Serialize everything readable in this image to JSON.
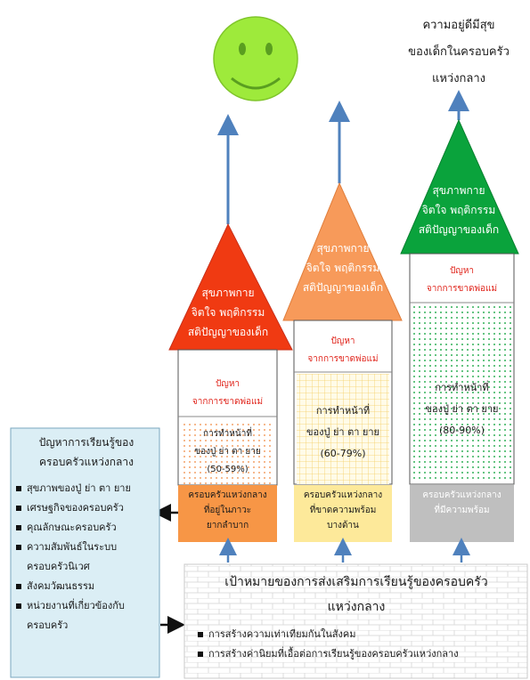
{
  "outcome": {
    "line1": "ความอยู่ดีมีสุข",
    "line2": "ของเด็กในครอบครัว",
    "line3": "แหว่งกลาง"
  },
  "houses": [
    {
      "roof": [
        "สุขภาพกาย",
        "จิตใจ พฤติกรรม",
        "สติปัญญาของเด็ก"
      ],
      "problem": [
        "ปัญหา",
        "จากการขาดพ่อแม่"
      ],
      "grand": [
        "การทำหน้าที่",
        "ของปู่ ย่า ตา ยาย",
        "(50-59%)"
      ],
      "base": [
        "ครอบครัวแหว่งกลาง",
        "ที่อยู่ในภาวะ",
        "ยากลำบาก"
      ],
      "roof_color": "#f03a12",
      "base_color": "#f79646"
    },
    {
      "roof": [
        "สุขภาพกาย",
        "จิตใจ พฤติกรรม",
        "สติปัญญาของเด็ก"
      ],
      "problem": [
        "ปัญหา",
        "จากการขาดพ่อแม่"
      ],
      "grand": [
        "การทำหน้าที่",
        "ของปู่ ย่า ตา ยาย",
        "(60-79%)"
      ],
      "base": [
        "ครอบครัวแหว่งกลาง",
        "ที่ขาดความพร้อม",
        "บางด้าน"
      ],
      "roof_color": "#f79a5a",
      "base_color": "#fde99a"
    },
    {
      "roof": [
        "สุขภาพกาย",
        "จิตใจ พฤติกรรม",
        "สติปัญญาของเด็ก"
      ],
      "problem": [
        "ปัญหา",
        "จากการขาดพ่อแม่"
      ],
      "grand": [
        "การทำหน้าที่",
        "ของปู่ ย่า ตา ยาย",
        "(80-90%)"
      ],
      "base": [
        "ครอบครัวแหว่งกลาง",
        "ที่มีความพร้อม"
      ],
      "roof_color": "#0aa33c",
      "base_color": "#bfbfbf"
    }
  ],
  "left_panel": {
    "title1": "ปัญหาการเรียนรู้ของ",
    "title2": "ครอบครัวแหว่งกลาง",
    "items": [
      "สุขภาพของปู่ ย่า ตา ยาย",
      "เศรษฐกิจของครอบครัว",
      "คุณลักษณะครอบครัว",
      "ความสัมพันธ์ในระบบ",
      "ครอบครัวนิเวศ",
      "สังคมวัฒนธรรม",
      "หน่วยงานที่เกี่ยวข้องกับ",
      "ครอบครัว"
    ],
    "bulleted": [
      true,
      true,
      true,
      true,
      false,
      true,
      true,
      false
    ]
  },
  "goal_panel": {
    "title1": "เป้าหมายของการส่งเสริมการเรียนรู้ของครอบครัว",
    "title2": "แหว่งกลาง",
    "items": [
      "การสร้างความเท่าเทียมกันในสังคม",
      "การสร้างค่านิยมที่เอื้อต่อการเรียนรู้ของครอบครัวแหว่งกลาง"
    ]
  },
  "colors": {
    "arrow": "#4f81bd",
    "smiley": "#9eea3b",
    "left_panel_bg": "#dbeef5",
    "problem_text": "#e0241b"
  }
}
